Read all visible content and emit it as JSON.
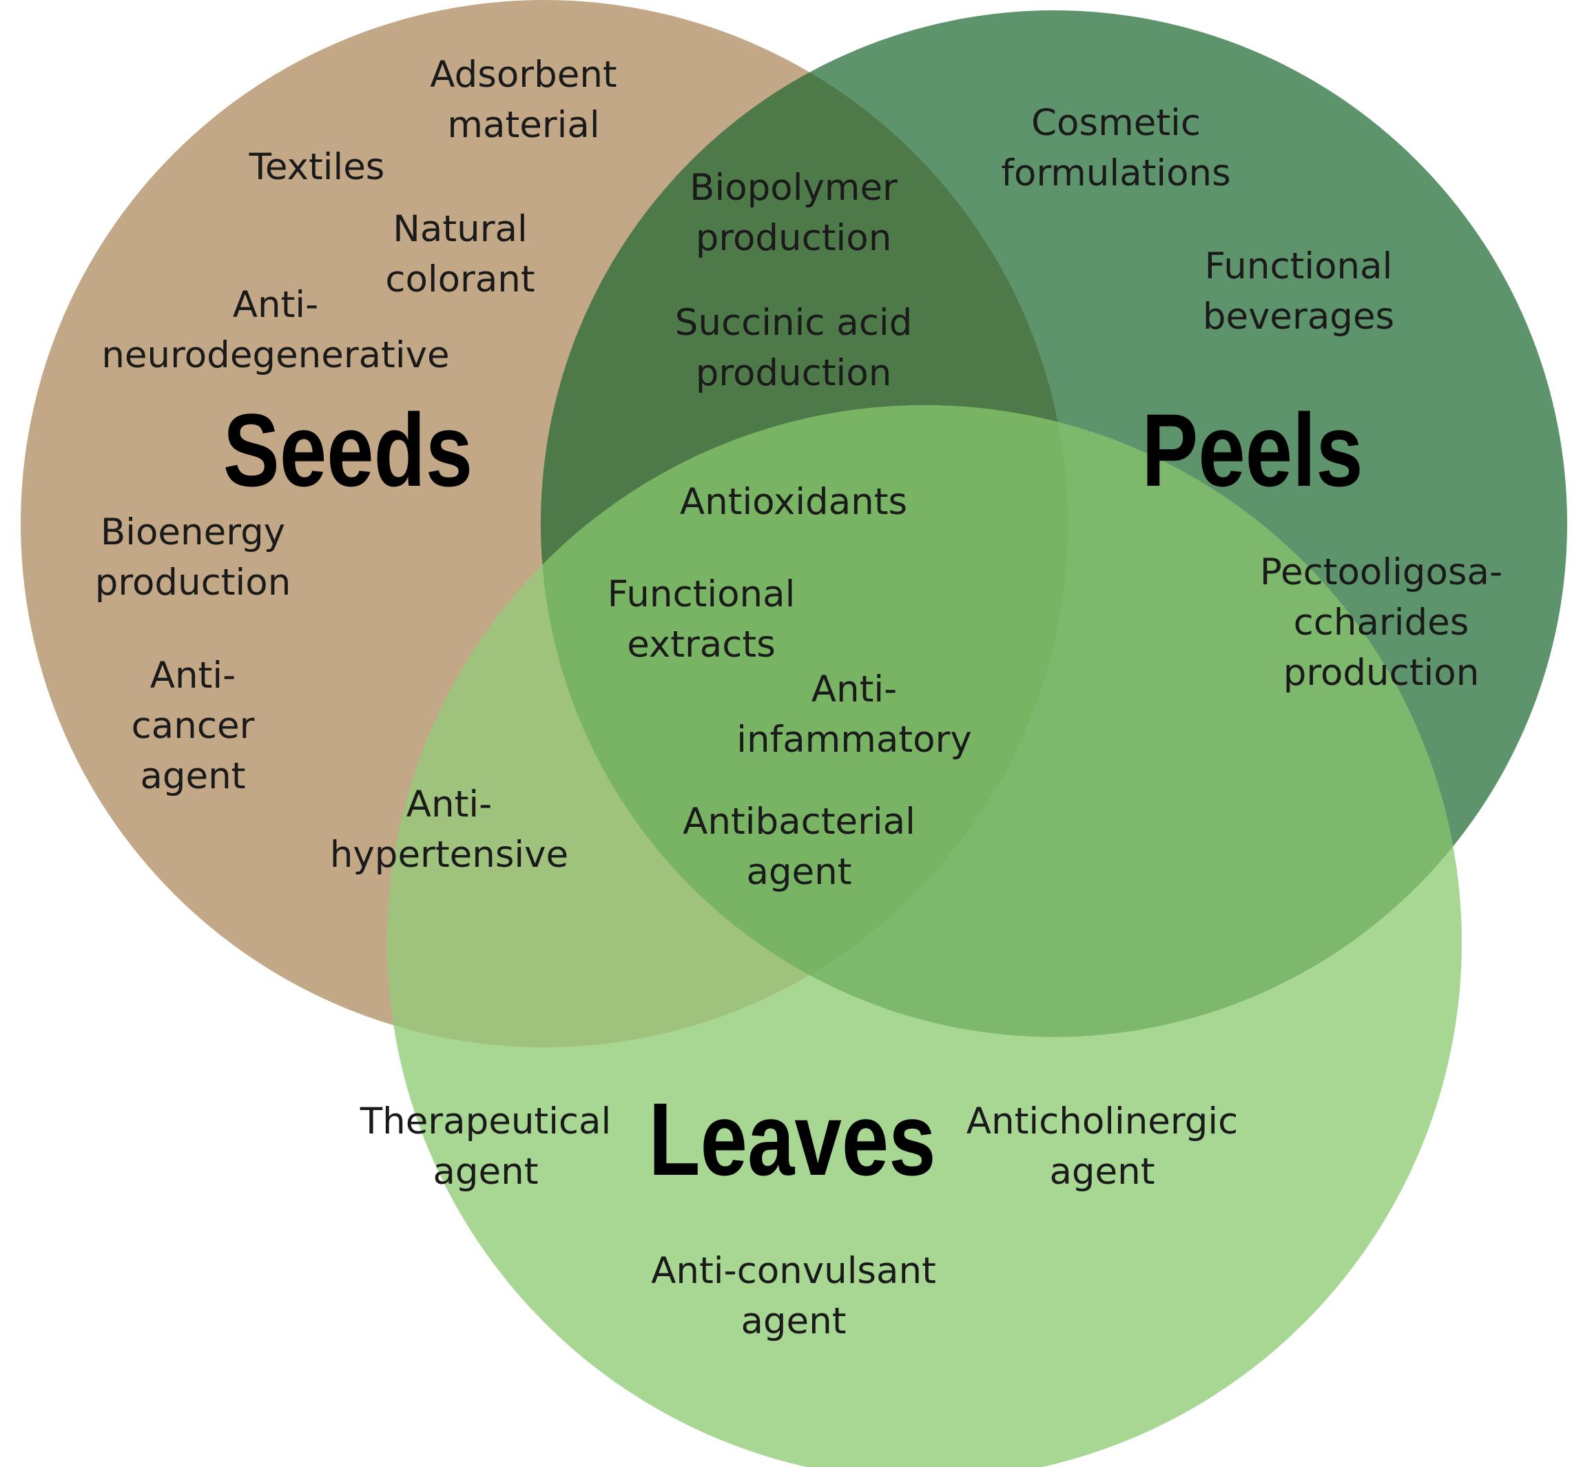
{
  "colors": {
    "seeds": "#c2a886",
    "peels": "#5e946c",
    "leaves": "#a8d794",
    "seeds_peels": "#4e7a4a",
    "seeds_leaves": "#9fc27c",
    "peels_leaves": "#7db86c",
    "center": "#79b464",
    "text": "#1a1a1a",
    "set_label": "#000000"
  },
  "sets": {
    "seeds": "Seeds",
    "peels": "Peels",
    "leaves": "Leaves"
  },
  "seeds_only": {
    "adsorbent": [
      "Adsorbent",
      "material"
    ],
    "textiles": [
      "Textiles"
    ],
    "natural_colorant": [
      "Natural",
      "colorant"
    ],
    "anti_neurodegenerative": [
      "Anti-",
      "neurodegenerative"
    ],
    "bioenergy": [
      "Bioenergy",
      "production"
    ],
    "anti_cancer": [
      "Anti-",
      "cancer",
      "agent"
    ]
  },
  "peels_only": {
    "cosmetic": [
      "Cosmetic",
      "formulations"
    ],
    "functional_beverages": [
      "Functional",
      "beverages"
    ],
    "pectooligosaccharides": [
      "Pectooligosa-",
      "ccharides",
      "production"
    ]
  },
  "leaves_only": {
    "therapeutical": [
      "Therapeutical",
      "agent"
    ],
    "anticholinergic": [
      "Anticholinergic",
      "agent"
    ],
    "anti_convulsant": [
      "Anti-convulsant",
      "agent"
    ]
  },
  "seeds_peels": {
    "biopolymer": [
      "Biopolymer",
      "production"
    ],
    "succinic_acid": [
      "Succinic acid",
      "production"
    ]
  },
  "seeds_leaves": {
    "anti_hypertensive": [
      "Anti-",
      "hypertensive"
    ]
  },
  "all_three": {
    "antioxidants": [
      "Antioxidants"
    ],
    "functional_extracts": [
      "Functional",
      "extracts"
    ],
    "anti_inflammatory": [
      "Anti-",
      "infammatory"
    ],
    "antibacterial": [
      "Antibacterial",
      "agent"
    ]
  }
}
